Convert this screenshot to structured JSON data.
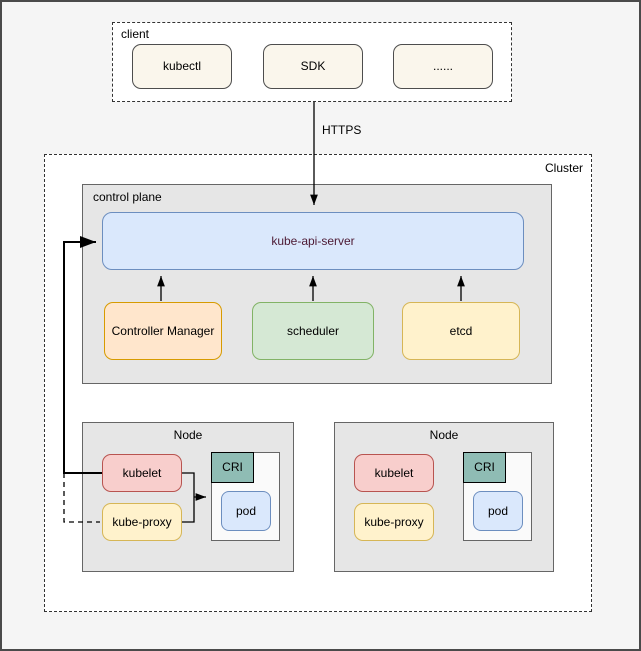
{
  "diagram": {
    "client": {
      "label": "client",
      "items": [
        {
          "label": "kubectl"
        },
        {
          "label": "SDK"
        },
        {
          "label": "......"
        }
      ]
    },
    "connection_labels": {
      "https": "HTTPS"
    },
    "cluster": {
      "label": "Cluster"
    },
    "control_plane": {
      "label": "control plane",
      "api_server": {
        "label": "kube-api-server"
      },
      "components": [
        {
          "label": "Controller Manager"
        },
        {
          "label": "scheduler"
        },
        {
          "label": "etcd"
        }
      ]
    },
    "nodes": [
      {
        "label": "Node",
        "components": {
          "kubelet": "kubelet",
          "kube_proxy": "kube-proxy",
          "cri": "CRI",
          "pod": "pod"
        }
      },
      {
        "label": "Node",
        "components": {
          "kubelet": "kubelet",
          "kube_proxy": "kube-proxy",
          "cri": "CRI",
          "pod": "pod"
        }
      }
    ]
  },
  "palette": {
    "page_bg": "#F5F5F5",
    "group_fill": "#E6E6E6",
    "client_item_fill": "#FAF6EC",
    "api_server_fill": "#DAE8FC",
    "api_server_stroke": "#6C8EBF",
    "api_server_text": "#4D1A34",
    "controller_manager_fill": "#FFE6CC",
    "controller_manager_stroke": "#D79B00",
    "scheduler_fill": "#D5E8D4",
    "scheduler_stroke": "#82B366",
    "etcd_fill": "#FFF2CC",
    "etcd_stroke": "#D6B656",
    "kubelet_fill": "#F8CECC",
    "kubelet_stroke": "#B85450",
    "kube_proxy_fill": "#FFF2CC",
    "kube_proxy_stroke": "#D6B656",
    "cri_fill": "#8FBCB4",
    "pod_fill": "#DAE8FC",
    "pod_stroke": "#6C8EBF",
    "connector_color": "#000000"
  }
}
